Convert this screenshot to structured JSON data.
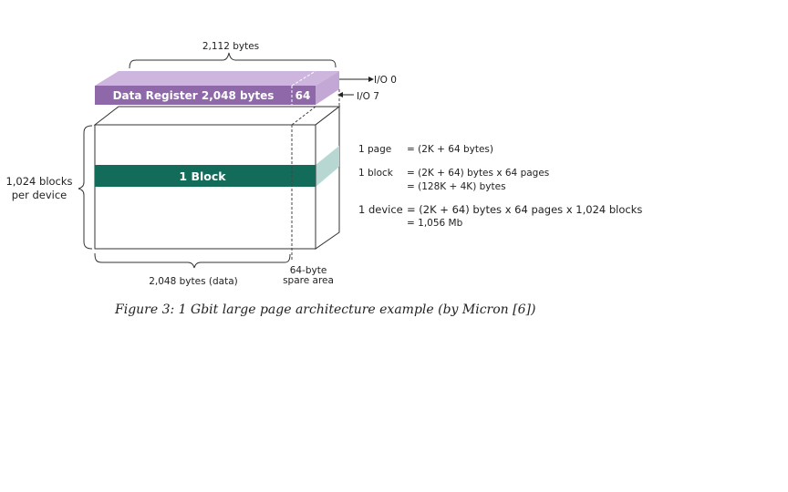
{
  "diagram": {
    "register": {
      "total_label": "2,112 bytes",
      "data_label": "Data Register 2,048 bytes",
      "spare_label": "64",
      "io_top": "I/O  0",
      "io_bottom": "I/O 7"
    },
    "block": {
      "label": "1 Block",
      "blocks_line1": "1,024 blocks",
      "blocks_line2": "per device",
      "data_width_label": "2,048 bytes (data)",
      "spare_line1": "64-byte",
      "spare_line2": "spare area"
    },
    "equations": {
      "page": {
        "term": "1 page",
        "line1": "= (2K + 64 bytes)"
      },
      "block": {
        "term": "1 block",
        "line1": "= (2K + 64) bytes x 64 pages",
        "line2": "= (128K + 4K) bytes"
      },
      "device": {
        "term": "1 device",
        "line1": "= (2K + 64) bytes x 64 pages x 1,024 blocks",
        "line2": "= 1,056 Mb"
      }
    },
    "caption": "Figure 3: 1 Gbit large page architecture example (by Micron [6])"
  },
  "colors": {
    "register_fill": "#8e68a8",
    "register_top": "#cdb5dd",
    "block_fill": "#136b5a",
    "block_side": "#b7d7d3",
    "outline": "#333333"
  }
}
